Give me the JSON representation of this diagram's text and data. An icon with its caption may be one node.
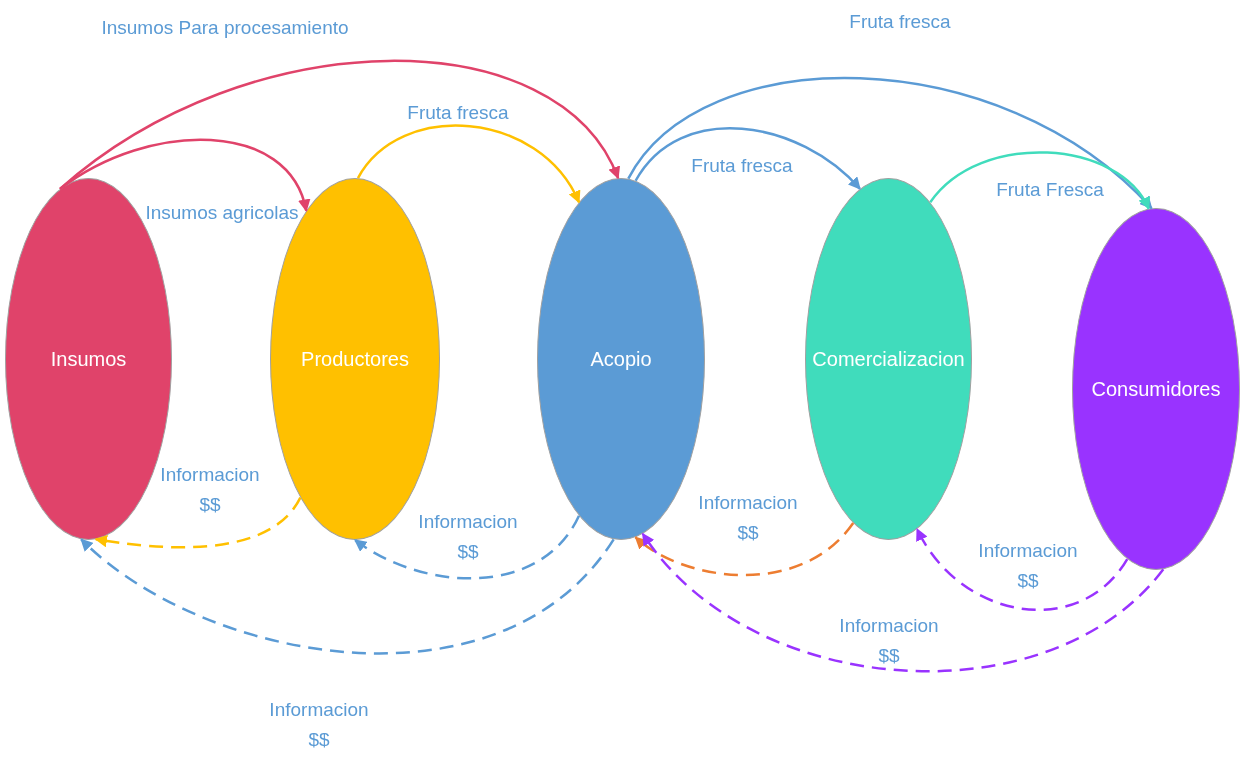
{
  "diagram": {
    "nodes": [
      {
        "text": [
          "Insumos"
        ]
      },
      {
        "text": [
          "Productores"
        ]
      },
      {
        "text": [
          "Acopio"
        ]
      },
      {
        "text": [
          "Comercializacion"
        ]
      },
      {
        "text": [
          "Consumidores"
        ]
      }
    ],
    "edges": [
      {
        "from": 0,
        "to": 2,
        "arrow": "to",
        "label": "Insumos Para procesamiento",
        "color": "#e0436a"
      },
      {
        "from": 0,
        "to": 1,
        "arrow": "to",
        "label": "Insumos agricolas",
        "color": "#e0436a"
      },
      {
        "from": 1,
        "to": 2,
        "arrow": "to",
        "label": "Fruta fresca",
        "color": "#ffc000"
      },
      {
        "from": 2,
        "to": 4,
        "arrow": "to",
        "label": "Fruta fresca"
      },
      {
        "from": 2,
        "to": 3,
        "arrow": "to",
        "label": "Fruta fresca"
      },
      {
        "from": 3,
        "to": 4,
        "arrow": "to",
        "label": "Fruta Fresca",
        "color": "#40dcbc"
      },
      {
        "from": 1,
        "to": 0,
        "arrow": "to",
        "label": "Informacion $$",
        "style": "dashed",
        "color": "#ffc000"
      },
      {
        "from": 2,
        "to": 1,
        "arrow": "to",
        "label": "Informacion $$",
        "style": "dashed"
      },
      {
        "from": 2,
        "to": 0,
        "arrow": "to",
        "label": "Informacion $$",
        "style": "dashed"
      },
      {
        "from": 3,
        "to": 2,
        "arrow": "to",
        "label": "Informacion $$",
        "style": "dashed",
        "color": "#ed7d31"
      },
      {
        "from": 4,
        "to": 3,
        "arrow": "to",
        "label": "Informacion $$",
        "style": "dashed",
        "color": "#9933ff"
      },
      {
        "from": 4,
        "to": 2,
        "arrow": "to",
        "label": "Informacion $$",
        "style": "dashed",
        "color": "#9933ff"
      }
    ]
  }
}
